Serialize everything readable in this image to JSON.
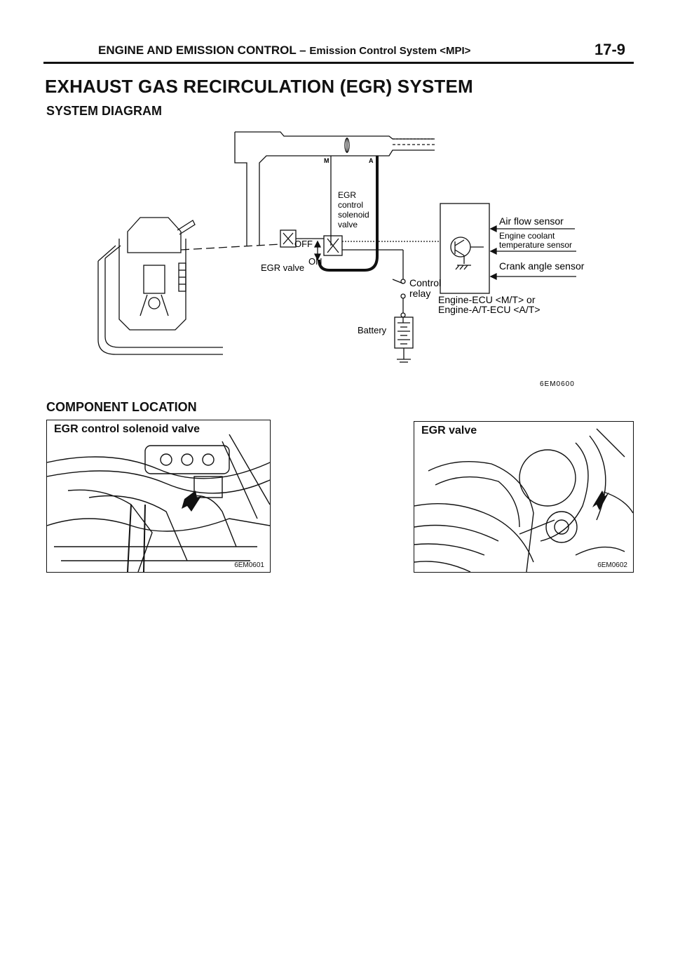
{
  "header": {
    "section": "ENGINE AND EMISSION CONTROL",
    "dash": "–",
    "subsection": "Emission Control System <MPI>",
    "page_number": "17-9"
  },
  "title": "EXHAUST GAS RECIRCULATION (EGR) SYSTEM",
  "system_diagram": {
    "heading": "SYSTEM DIAGRAM",
    "labels": {
      "port_m": "M",
      "port_a": "A",
      "egr_solenoid_line1": "EGR",
      "egr_solenoid_line2": "control",
      "egr_solenoid_line3": "solenoid",
      "egr_solenoid_line4": "valve",
      "off": "OFF",
      "on": "ON",
      "egr_valve": "EGR valve",
      "control_relay_line1": "Control",
      "control_relay_line2": "relay",
      "battery": "Battery",
      "air_flow_sensor": "Air flow sensor",
      "coolant_sensor_line1": "Engine coolant",
      "coolant_sensor_line2": "temperature sensor",
      "crank_angle_sensor": "Crank angle sensor",
      "ecu_line1": "Engine-ECU <M/T> or",
      "ecu_line2": "Engine-A/T-ECU <A/T>"
    },
    "figure_code": "6EM0600"
  },
  "component_location": {
    "heading": "COMPONENT LOCATION",
    "photos": [
      {
        "title": "EGR control solenoid valve",
        "code": "6EM0601"
      },
      {
        "title": "EGR valve",
        "code": "6EM0602"
      }
    ]
  }
}
